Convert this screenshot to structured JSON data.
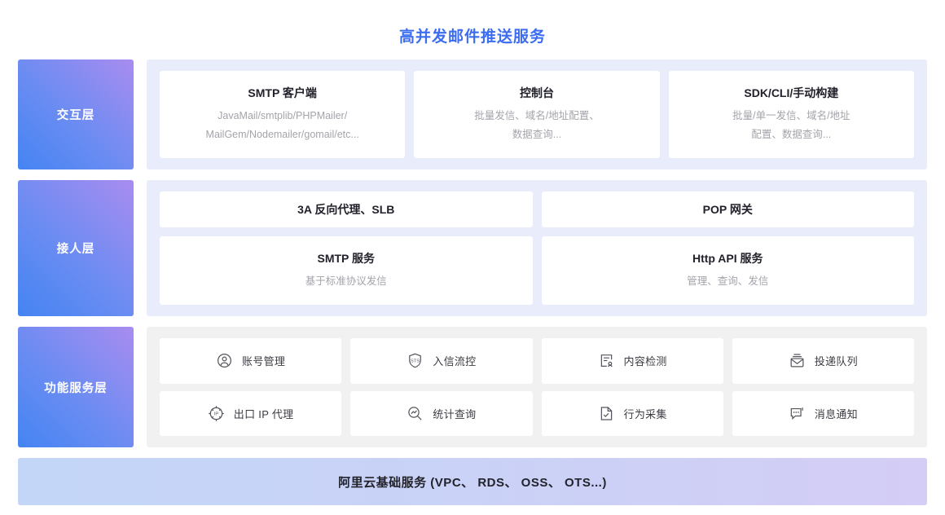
{
  "page": {
    "title": "高并发邮件推送服务",
    "title_color": "#3c6cf0"
  },
  "layers": [
    {
      "tag": "交互层",
      "panel_color": "#e8ecfb",
      "cards": [
        {
          "title": "SMTP 客户端",
          "desc_lines": [
            "JavaMail/smtplib/PHPMailer/",
            "MailGem/Nodemailer/gomail/etc..."
          ]
        },
        {
          "title": "控制台",
          "desc_lines": [
            "批量发信、域名/地址配置、",
            "数据查询..."
          ]
        },
        {
          "title": "SDK/CLI/手动构建",
          "desc_lines": [
            "批量/单一发信、域名/地址",
            "配置、数据查询..."
          ]
        }
      ]
    },
    {
      "tag": "接人层",
      "panel_color": "#e8ecfb",
      "row_top": [
        {
          "title": "3A 反向代理、SLB"
        },
        {
          "title": "POP 网关"
        }
      ],
      "row_bottom": [
        {
          "title": "SMTP 服务",
          "desc_lines": [
            "基于标准协议发信"
          ]
        },
        {
          "title": "Http API 服务",
          "desc_lines": [
            "管理、查询、发信"
          ]
        }
      ]
    },
    {
      "tag": "功能服务层",
      "panel_color": "#f1f1f2",
      "tiles_row1": [
        {
          "label": "账号管理",
          "icon": "user-circle-icon"
        },
        {
          "label": "入信流控",
          "icon": "sts-shield-icon"
        },
        {
          "label": "内容检测",
          "icon": "document-scan-icon"
        },
        {
          "label": "投递队列",
          "icon": "envelope-queue-icon"
        }
      ],
      "tiles_row2": [
        {
          "label": "出口 IP 代理",
          "icon": "ip-globe-icon"
        },
        {
          "label": "统计查询",
          "icon": "chart-search-icon"
        },
        {
          "label": "行为采集",
          "icon": "document-check-icon"
        },
        {
          "label": "消息通知",
          "icon": "message-bubble-icon"
        }
      ]
    }
  ],
  "footer": {
    "label": "阿里云基础服务 (VPC、 RDS、 OSS、 OTS...)"
  }
}
